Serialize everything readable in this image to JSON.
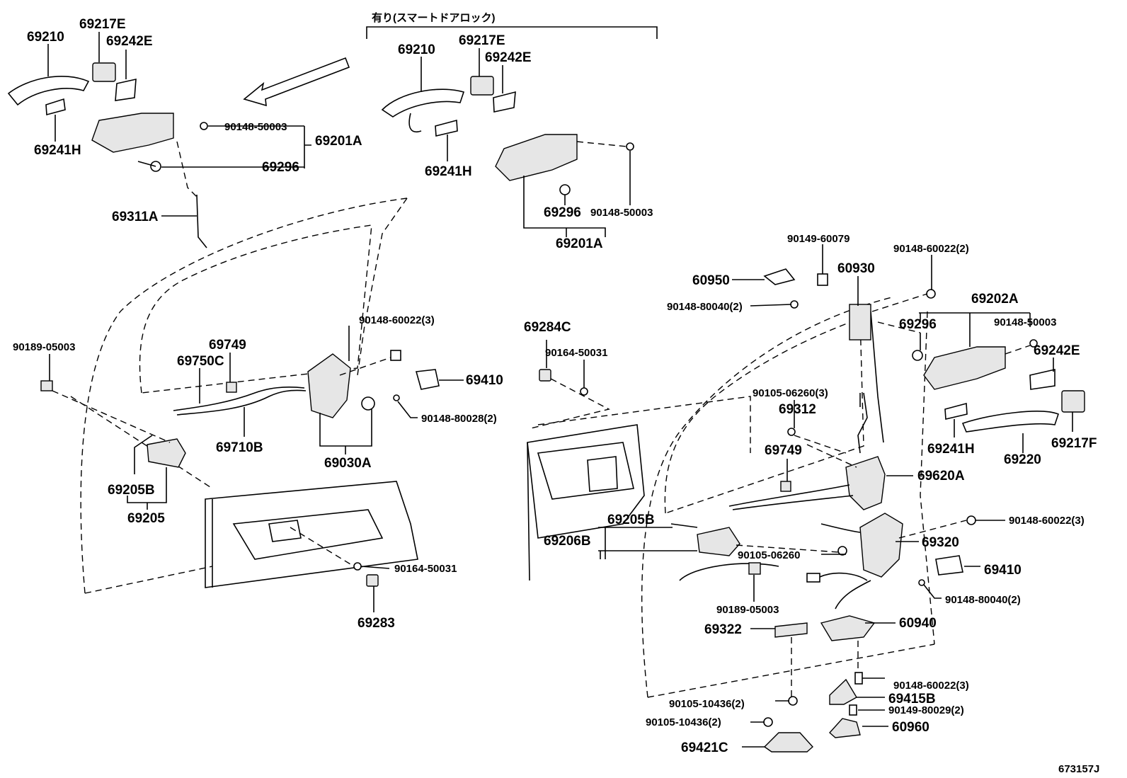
{
  "header": {
    "smart_lock_note": "有り(スマートドアロック)"
  },
  "figure_code": "673157J",
  "labels": {
    "l_69210_a": "69210",
    "l_69217E_a": "69217E",
    "l_69242E_a": "69242E",
    "l_69241H_a": "69241H",
    "l_90148_50003_a": "90148-50003",
    "l_69201A_a": "69201A",
    "l_69296_a": "69296",
    "l_69311A": "69311A",
    "l_69210_b": "69210",
    "l_69217E_b": "69217E",
    "l_69242E_b": "69242E",
    "l_69241H_b": "69241H",
    "l_69296_b": "69296",
    "l_90148_50003_b": "90148-50003",
    "l_69201A_b": "69201A",
    "l_90149_60079": "90149-60079",
    "l_90148_60022_2": "90148-60022(2)",
    "l_60950": "60950",
    "l_60930": "60930",
    "l_90148_80040_2a": "90148-80040(2)",
    "l_69202A": "69202A",
    "l_69296_c": "69296",
    "l_90148_50003_c": "90148-50003",
    "l_69242E_c": "69242E",
    "l_90189_05003_a": "90189-05003",
    "l_69749_a": "69749",
    "l_69750C": "69750C",
    "l_90148_60022_3a": "90148-60022(3)",
    "l_69410_a": "69410",
    "l_69284C": "69284C",
    "l_90164_50031_a": "90164-50031",
    "l_90148_80028_2": "90148-80028(2)",
    "l_69710B": "69710B",
    "l_69030A": "69030A",
    "l_69205B_a": "69205B",
    "l_69205": "69205",
    "l_90164_50031_b": "90164-50031",
    "l_69283": "69283",
    "l_90105_06260_3": "90105-06260(3)",
    "l_69312": "69312",
    "l_69749_b": "69749",
    "l_69620A": "69620A",
    "l_69241H_c": "69241H",
    "l_69220": "69220",
    "l_69217F": "69217F",
    "l_69205B_b": "69205B",
    "l_69206B": "69206B",
    "l_90148_60022_3b": "90148-60022(3)",
    "l_90105_06260": "90105-06260",
    "l_69320": "69320",
    "l_69410_b": "69410",
    "l_90148_80040_2b": "90148-80040(2)",
    "l_90189_05003_b": "90189-05003",
    "l_69322": "69322",
    "l_60940": "60940",
    "l_90148_60022_3c": "90148-60022(3)",
    "l_69415B": "69415B",
    "l_90105_10436_2a": "90105-10436(2)",
    "l_90149_80029_2": "90149-80029(2)",
    "l_90105_10436_2b": "90105-10436(2)",
    "l_60960": "60960",
    "l_69421C": "69421C"
  }
}
